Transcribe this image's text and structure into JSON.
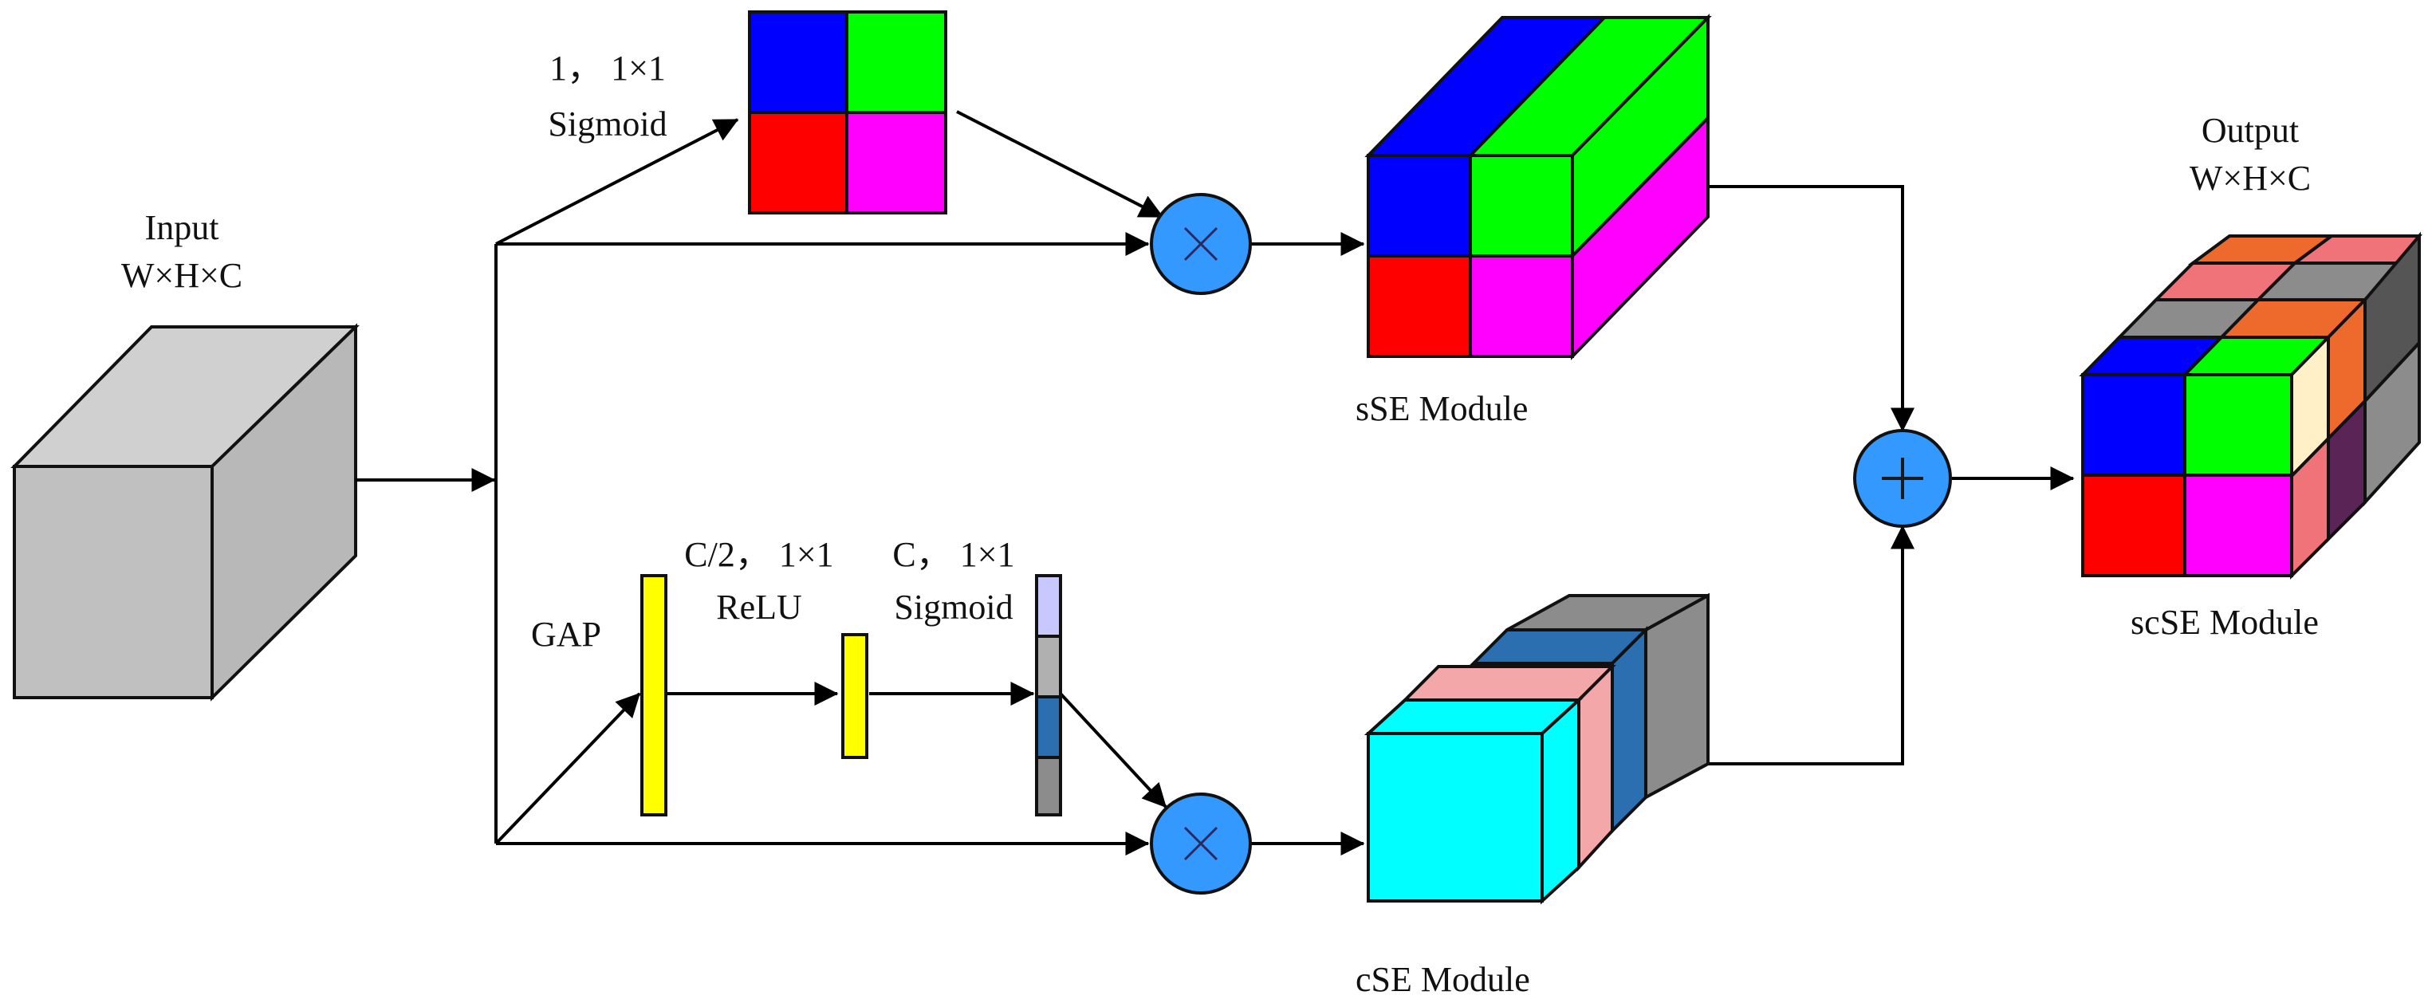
{
  "labels": {
    "input_title": "Input",
    "input_dims": "W×H×C",
    "conv1_params": "1，  1×1",
    "conv1_act": "Sigmoid",
    "gap": "GAP",
    "fc1_params": "C/2，  1×1",
    "fc1_act": "ReLU",
    "fc2_params": "C，  1×1",
    "fc2_act": "Sigmoid",
    "sse_module": "sSE Module",
    "cse_module": "cSE Module",
    "output_title": "Output",
    "output_dims": "W×H×C",
    "scse_module": "scSE Module",
    "multiply_symbol": "×",
    "add_symbol": "+"
  },
  "colors": {
    "blue": "#0000ff",
    "green": "#00ff00",
    "red": "#ff0000",
    "magenta": "#ff00ff",
    "cyan": "#00ffff",
    "yellow": "#ffff00",
    "pink": "#f4a7a9",
    "steel_blue": "#2b6fb0",
    "gray": "#8c8c8c",
    "input_gray": "#c0c0c0",
    "operator_blue": "#3399ff",
    "orange": "#ee6a2c",
    "light_pink": "#f0737a",
    "cream": "#fff0c8",
    "dark_purple": "#5a2456",
    "dark_gray": "#555555",
    "lavender": "#c8c8ff"
  },
  "icons": {
    "multiply": "multiply-circle-icon",
    "add": "add-circle-icon"
  }
}
